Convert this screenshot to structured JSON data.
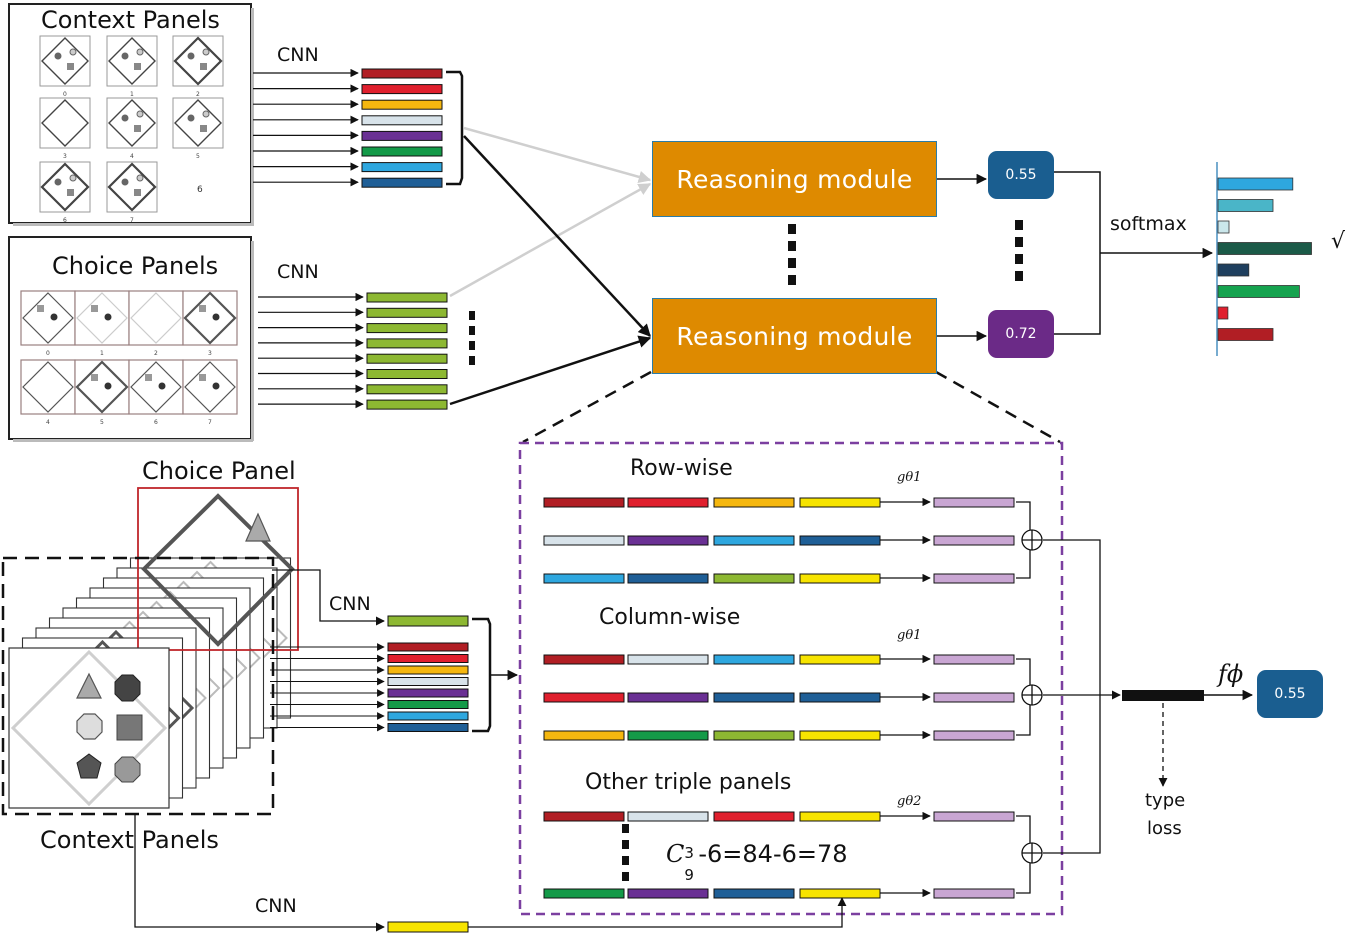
{
  "titles": {
    "context_panels_top": "Context Panels",
    "choice_panels_top": "Choice Panels",
    "choice_panel_bottom": "Choice Panel",
    "context_panels_bottom": "Context Panels"
  },
  "context_grid_numbers": [
    "0",
    "1",
    "2",
    "3",
    "4",
    "5",
    "6",
    "7",
    "6"
  ],
  "choice_grid_numbers": [
    "0",
    "1",
    "2",
    "3",
    "4",
    "5",
    "6",
    "7"
  ],
  "labels": {
    "cnn": "CNN",
    "reasoning_module": "Reasoning module",
    "softmax": "softmax",
    "check": "√",
    "row_wise": "Row-wise",
    "column_wise": "Column-wise",
    "other_triple": "Other triple panels",
    "g_theta1": "gθ1",
    "g_theta2": "gθ2",
    "formula": "-6=84-6=78",
    "f_phi": "fϕ",
    "type": "type",
    "loss": "loss",
    "oplus": "⊕"
  },
  "scores": {
    "top": "0.55",
    "bottom": "0.72",
    "output": "0.55"
  },
  "colors": {
    "reasoning": "#DE8A00",
    "score_blue": "#1A5E90",
    "score_purple": "#6B2A87",
    "dashed_purple": "#7B3FA0",
    "red_box": "#C0262B"
  },
  "embedding_colors": [
    "#B11E24",
    "#E0202E",
    "#F5B70F",
    "#D8E3EA",
    "#6A3094",
    "#149A48",
    "#2EA7DF",
    "#1F5F97"
  ],
  "softmax_bars": [
    {
      "color": "#2EA7DF",
      "value": 0.68
    },
    {
      "color": "#4AB5C8",
      "value": 0.5
    },
    {
      "color": "#CBE7EB",
      "value": 0.1
    },
    {
      "color": "#1B5A48",
      "value": 0.85
    },
    {
      "color": "#1F3F5E",
      "value": 0.28
    },
    {
      "color": "#16A34F",
      "value": 0.74
    },
    {
      "color": "#E0202E",
      "value": 0.09
    },
    {
      "color": "#B11E24",
      "value": 0.5
    }
  ]
}
